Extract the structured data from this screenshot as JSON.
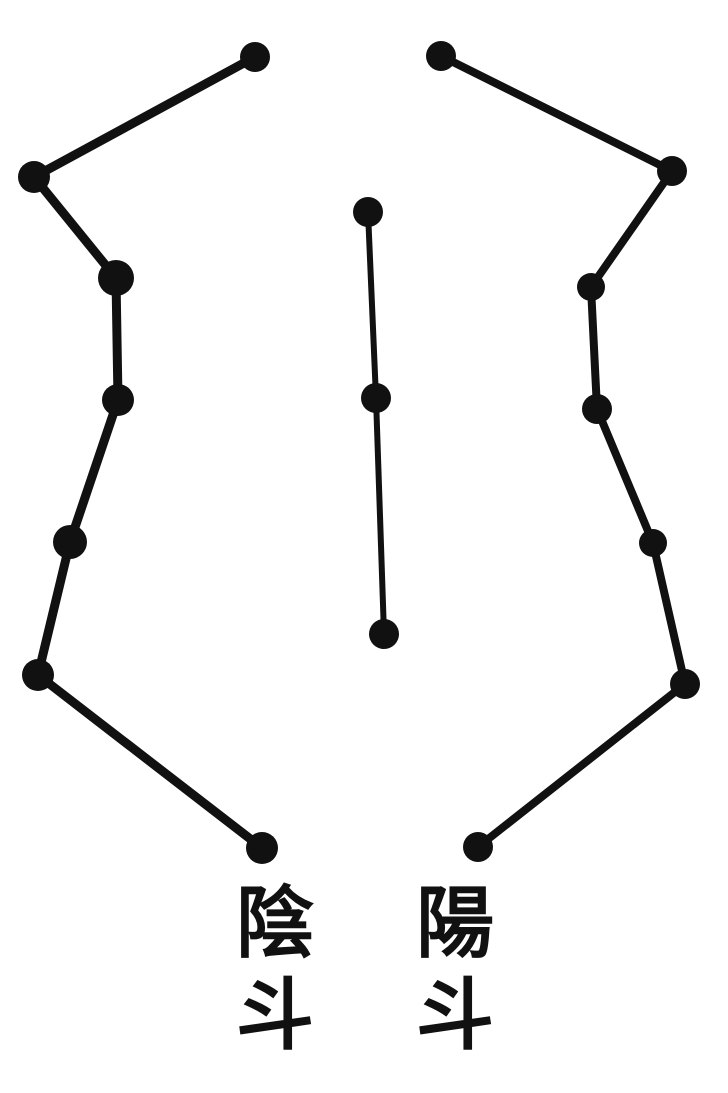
{
  "colors": {
    "ink": "#111111",
    "background": "#ffffff"
  },
  "labels": {
    "yin": {
      "char1": "陰",
      "char2": "斗"
    },
    "yang": {
      "char1": "陽",
      "char2": "斗"
    }
  },
  "figures": [
    {
      "name": "yin-dipper-constellation",
      "stars": 7
    },
    {
      "name": "central-constellation",
      "stars": 3
    },
    {
      "name": "yang-dipper-constellation",
      "stars": 7
    }
  ]
}
